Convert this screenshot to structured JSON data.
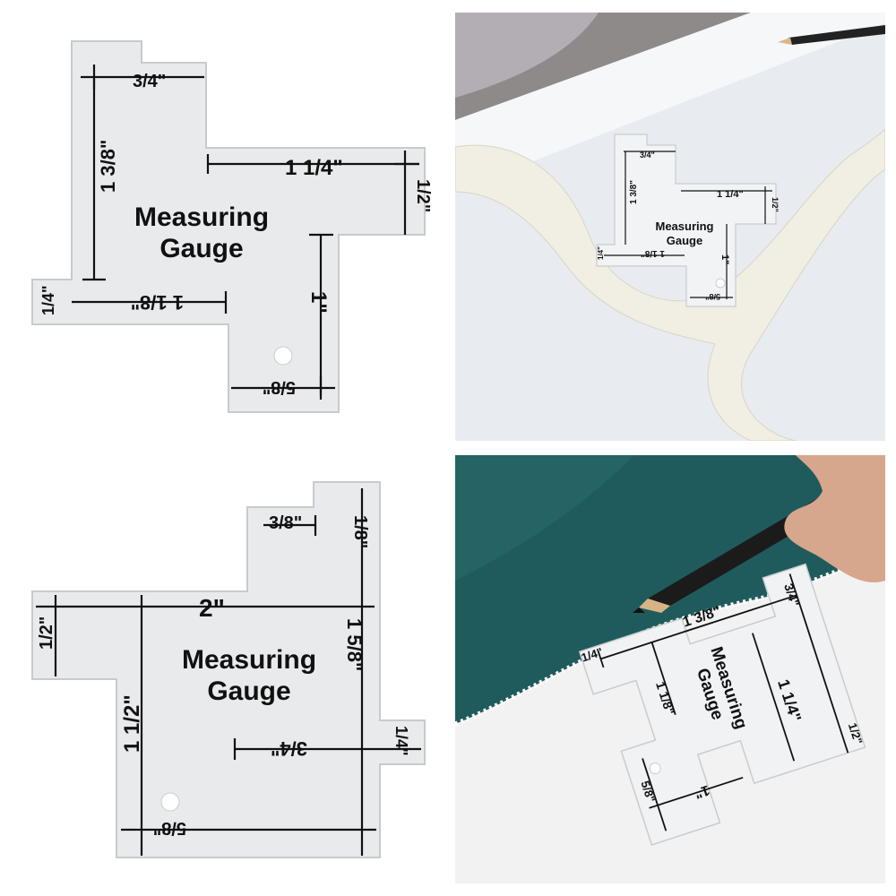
{
  "colors": {
    "background": "#ffffff",
    "gauge_fill": "#e9eaec",
    "gauge_stroke": "#c8cacd",
    "marking": "#111111",
    "photo_table": "#e8ebf0",
    "fabric": "#1f5b5c",
    "ribbon": "#f1efe3"
  },
  "gauge_a": {
    "title_line1": "Measuring",
    "title_line2": "Gauge",
    "m_three_quarter": "3/4\"",
    "m_one_three_eighths": "1 3/8\"",
    "m_one_quarter_long": "1 1/4\"",
    "m_half": "1/2\"",
    "m_quarter": "1/4\"",
    "m_one_eighth": "1 1/8\"",
    "m_one": "1\"",
    "m_five_eighths": "5/8\""
  },
  "gauge_b": {
    "title_line1": "Measuring",
    "title_line2": "Gauge",
    "m_three_eighths": "3/8\"",
    "m_one_eighth": "1/8\"",
    "m_two": "2\"",
    "m_half": "1/2\"",
    "m_one_five_eighths": "1 5/8\"",
    "m_one_half": "1 1/2\"",
    "m_three_quarter": "3/4\"",
    "m_quarter": "1/4\"",
    "m_five_eighths": "5/8\""
  },
  "photo_ribbon": {
    "title_line1": "Measuring",
    "title_line2": "Gauge",
    "m_three_quarter": "3/4\"",
    "m_one_three_eighths": "1 3/8\"",
    "m_one_quarter_long": "1 1/4\"",
    "m_half": "1/2\"",
    "m_quarter": "1/4\"",
    "m_one_eighth": "1 1/8\"",
    "m_one": "1\"",
    "m_five_eighths": "5/8\""
  },
  "photo_fabric": {
    "title_line1": "Measuring",
    "title_line2": "Gauge",
    "m_quarter": "1/4\"",
    "m_one_three_eighths": "1 3/8\"",
    "m_three_quarter": "3/4\"",
    "m_one_eighth": "1 1/8\"",
    "m_one_quarter_long": "1 1/4\"",
    "m_five_eighths": "5/8\"",
    "m_one": "1\"",
    "m_half": "1/2\""
  }
}
